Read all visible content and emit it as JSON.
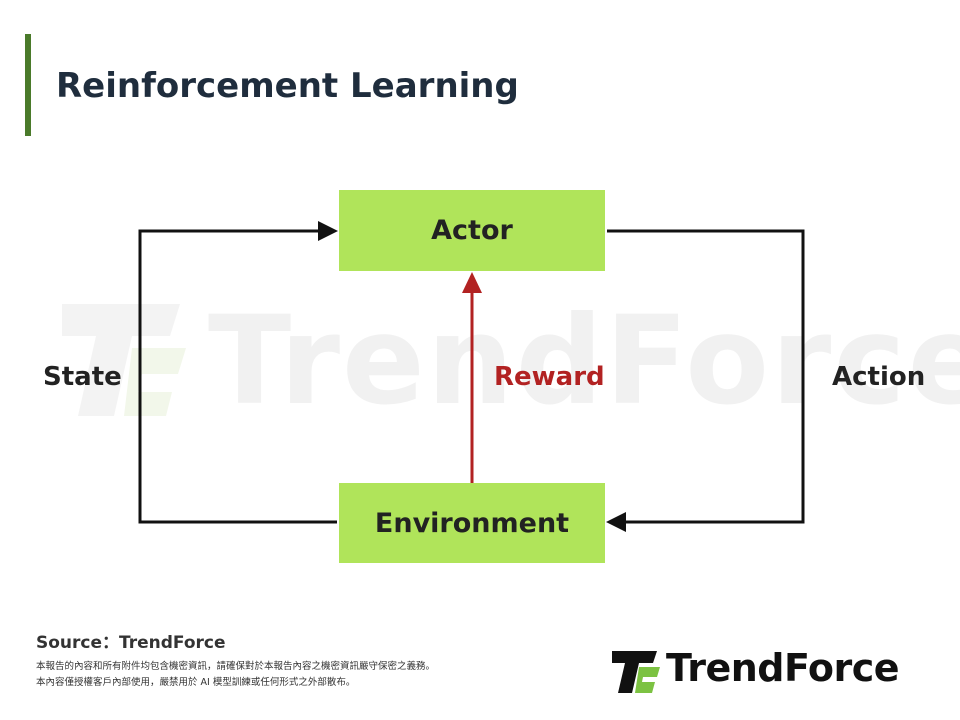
{
  "title": "Reinforcement Learning",
  "diagram": {
    "actor_label": "Actor",
    "environment_label": "Environment",
    "state_label": "State",
    "action_label": "Action",
    "reward_label": "Reward"
  },
  "watermark": {
    "text": "TrendForce"
  },
  "footer": {
    "source": "Source：TrendForce",
    "disclaimer_line1": "本報告的內容和所有附件均包含機密資訊，請確保對於本報告內容之機密資訊嚴守保密之義務。",
    "disclaimer_line2": "本內容僅授權客戶內部使用，嚴禁用於 AI 模型訓練或任何形式之外部散布。"
  },
  "logo": {
    "text": "TrendForce"
  },
  "colors": {
    "accent_green": "#b0e45a",
    "title_bar": "#4a7a2a",
    "reward_red": "#b22222"
  }
}
